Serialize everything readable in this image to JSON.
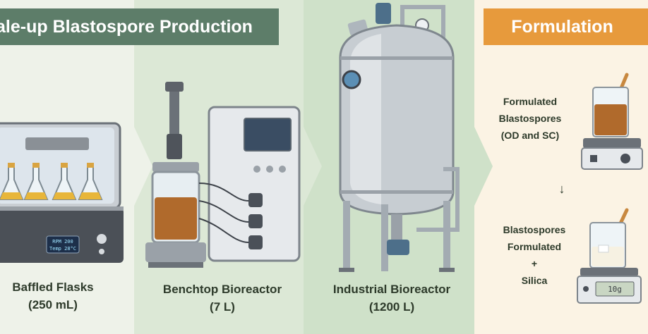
{
  "banners": {
    "production": "ale-up Blastospore Production",
    "formulation": "Formulation"
  },
  "stages": [
    {
      "line1": "Baffled Flasks",
      "line2": "(250 mL)"
    },
    {
      "line1": "Benchtop Bioreactor",
      "line2": "(7 L)"
    },
    {
      "line1": "Industrial Bioreactor",
      "line2": "(1200 L)"
    }
  ],
  "formulation": {
    "step1": [
      "Formulated",
      "Blastospores",
      "(OD and SC)"
    ],
    "arrow": "↓",
    "step2": [
      "Blastospores",
      "Formulated",
      "+",
      "Silica"
    ]
  },
  "shaker_display": {
    "line1": "RPM 200",
    "line2": "Temp 28°C"
  },
  "scale_display": "10g",
  "colors": {
    "production_banner": "#5d7d69",
    "formulation_banner": "#e79a3c",
    "broth": "#b06a2c"
  }
}
